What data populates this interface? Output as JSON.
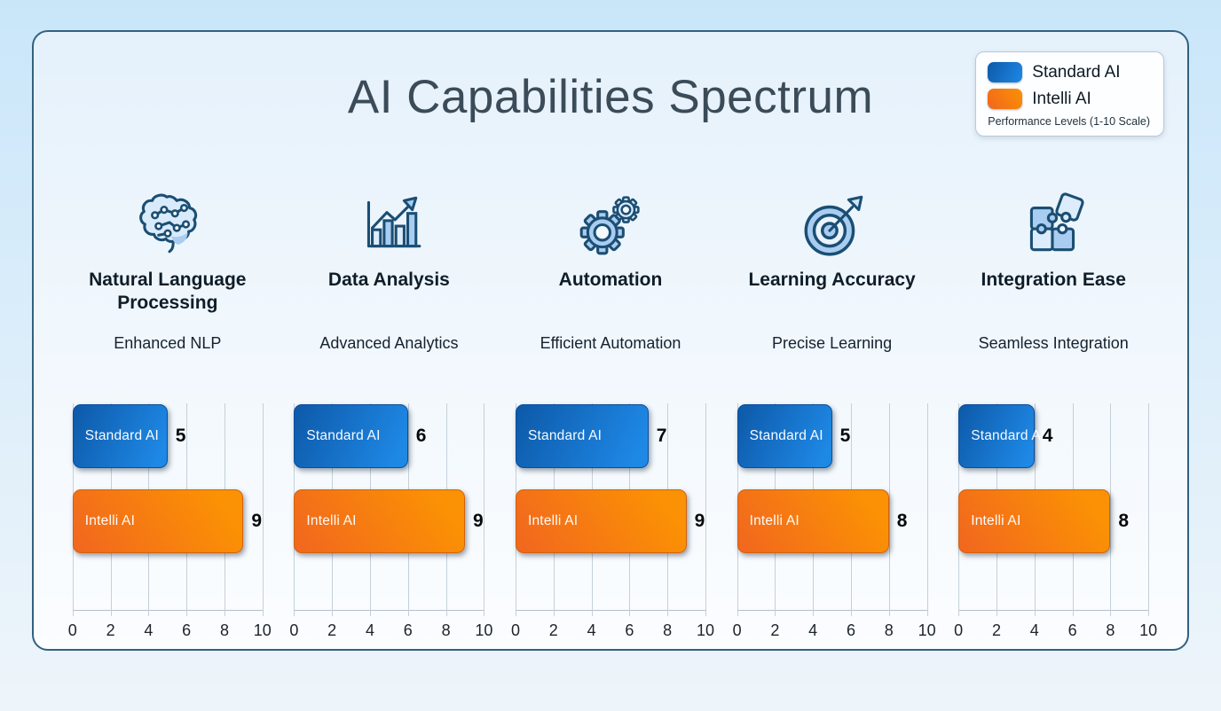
{
  "title": "AI Capabilities Spectrum",
  "legend": {
    "items": [
      {
        "label": "Standard AI",
        "swatch": "blue-rounded-swatch"
      },
      {
        "label": "Intelli AI",
        "swatch": "orange-rounded-swatch"
      }
    ],
    "caption": "Performance Levels (1-10 Scale)"
  },
  "series_labels": {
    "standard": "Standard AI",
    "intelli": "Intelli AI"
  },
  "axis": {
    "max": 10,
    "ticks": [
      "0",
      "2",
      "4",
      "6",
      "8",
      "10"
    ]
  },
  "capabilities": [
    {
      "icon": "brain-circuit-icon",
      "title": "Natural Language Processing",
      "subtitle": "Enhanced NLP",
      "standard_ai": 5,
      "intelli_ai": 9
    },
    {
      "icon": "bar-chart-growth-icon",
      "title": "Data Analysis",
      "subtitle": "Advanced Analytics",
      "standard_ai": 6,
      "intelli_ai": 9
    },
    {
      "icon": "gears-icon",
      "title": "Automation",
      "subtitle": "Efficient Automation",
      "standard_ai": 7,
      "intelli_ai": 9
    },
    {
      "icon": "target-arrow-icon",
      "title": "Learning Accuracy",
      "subtitle": "Precise Learning",
      "standard_ai": 5,
      "intelli_ai": 8
    },
    {
      "icon": "puzzle-pieces-icon",
      "title": "Integration Ease",
      "subtitle": "Seamless Integration",
      "standard_ai": 4,
      "intelli_ai": 8
    }
  ],
  "colors": {
    "standard-ai": "#1479d2",
    "standard-ai-dark": "#0d59a8",
    "standard-ai-light": "#1e88e5",
    "intelli-ai": "#fb9104",
    "intelli-ai-deep": "#f1661f",
    "card-border": "#33617f",
    "grid-line": "#c5d0d9"
  },
  "chart_data": {
    "type": "bar",
    "orientation": "horizontal",
    "title": "AI Capabilities Spectrum",
    "categories": [
      "Natural Language Processing",
      "Data Analysis",
      "Automation",
      "Learning Accuracy",
      "Integration Ease"
    ],
    "category_subtitles": [
      "Enhanced NLP",
      "Advanced Analytics",
      "Efficient Automation",
      "Precise Learning",
      "Seamless Integration"
    ],
    "series": [
      {
        "name": "Standard AI",
        "values": [
          5,
          6,
          7,
          5,
          4
        ],
        "color": "#1479d2"
      },
      {
        "name": "Intelli AI",
        "values": [
          9,
          9,
          9,
          8,
          8
        ],
        "color": "#fb9104"
      }
    ],
    "xlim": [
      0,
      10
    ],
    "xticks": [
      0,
      2,
      4,
      6,
      8,
      10
    ],
    "grid": true,
    "legend_position": "top-right",
    "legend_caption": "Performance Levels (1-10 Scale)",
    "value_labels": true
  }
}
